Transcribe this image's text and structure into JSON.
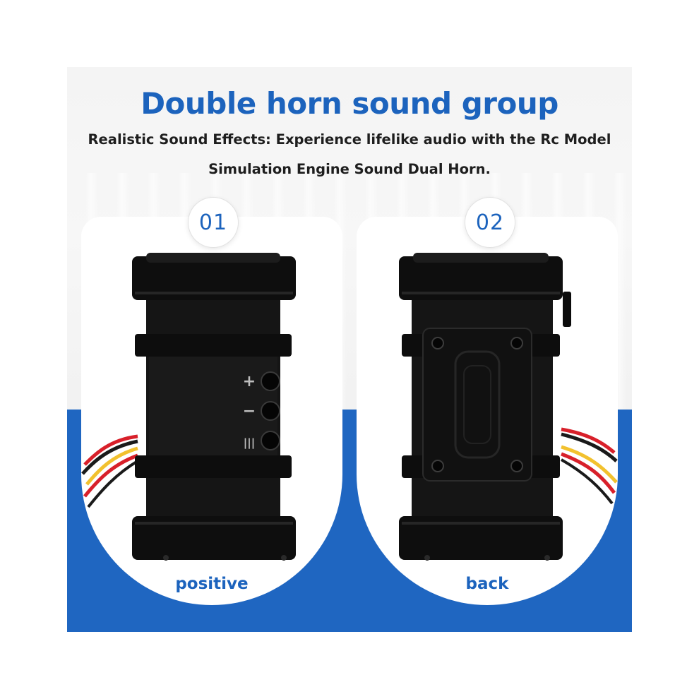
{
  "title": "Double horn sound group",
  "subtitle": {
    "line1": "Realistic Sound Effects: Experience lifelike audio with the Rc Model",
    "line2": "Simulation Engine Sound Dual Horn."
  },
  "views": [
    {
      "number": "01",
      "caption": "positive"
    },
    {
      "number": "02",
      "caption": "back"
    }
  ],
  "buttons": [
    {
      "symbol": "+",
      "icon": "plus-button"
    },
    {
      "symbol": "−",
      "icon": "minus-button"
    },
    {
      "symbol": "|||",
      "icon": "mode-button"
    }
  ],
  "colors": {
    "accent_blue": "#1c63bd",
    "band_blue": "#1f66c1",
    "device_black": "#141414",
    "wire_red": "#d8202a",
    "wire_yellow": "#f2c12e",
    "wire_black": "#1a1a1a"
  }
}
